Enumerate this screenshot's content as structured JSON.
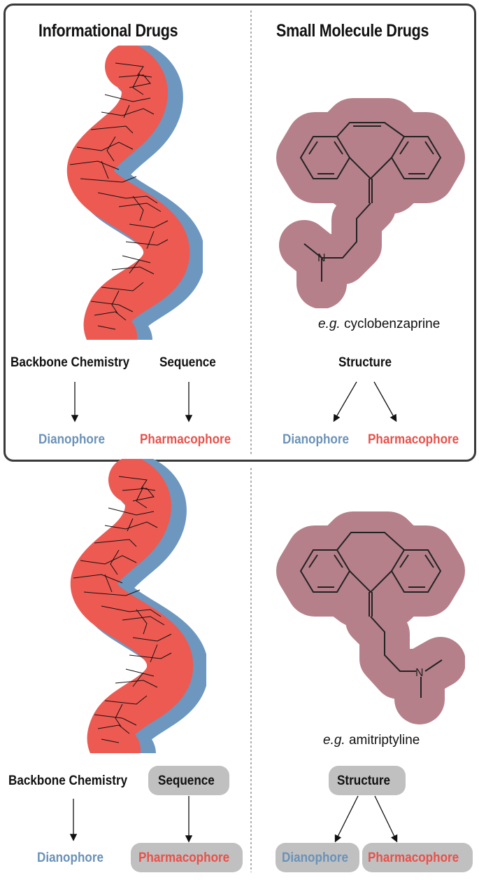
{
  "top_panel": {
    "left_title": "Informational Drugs",
    "right_title": "Small Molecule Drugs",
    "left_backbone": "Backbone Chemistry",
    "left_sequence": "Sequence",
    "left_dianophore": "Dianophore",
    "left_pharmacophore": "Pharmacophore",
    "right_example_prefix": "e.g.",
    "right_example_name": "cyclobenzaprine",
    "right_structure": "Structure",
    "right_dianophore": "Dianophore",
    "right_pharmacophore": "Pharmacophore"
  },
  "bottom_panel": {
    "left_backbone": "Backbone Chemistry",
    "left_sequence": "Sequence",
    "left_dianophore": "Dianophore",
    "left_pharmacophore": "Pharmacophore",
    "right_example_prefix": "e.g.",
    "right_example_name": "amitriptyline",
    "right_structure": "Structure",
    "right_dianophore": "Dianophore",
    "right_pharmacophore": "Pharmacophore"
  },
  "colors": {
    "dianophore": "#6a92b8",
    "pharmacophore": "#e8514a",
    "molecule_highlight": "#b5808a",
    "pill": "#c0c0c0"
  }
}
